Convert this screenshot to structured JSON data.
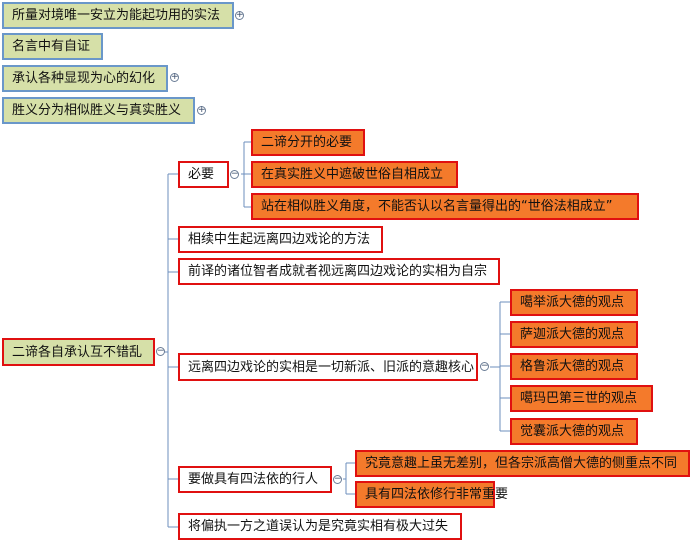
{
  "topics": [
    {
      "label": "所量对境唯一安立为能起功用的实法",
      "toggle": "+"
    },
    {
      "label": "名言中有自证"
    },
    {
      "label": "承认各种显现为心的幻化",
      "toggle": "+"
    },
    {
      "label": "胜义分为相似胜义与真实胜义",
      "toggle": "+"
    }
  ],
  "root": {
    "label": "二谛各自承认互不错乱",
    "toggle": "−"
  },
  "branches": [
    {
      "label": "必要",
      "toggle": "−",
      "children": [
        "二谛分开的必要",
        "在真实胜义中遮破世俗自相成立",
        "站在相似胜义角度，不能否认以名言量得出的“世俗法相成立”"
      ]
    },
    {
      "label": "相续中生起远离四边戏论的方法"
    },
    {
      "label": "前译的诸位智者成就者视远离四边戏论的实相为自宗"
    },
    {
      "label": "远离四边戏论的实相是一切新派、旧派的意趣核心",
      "toggle": "−",
      "children": [
        "噶举派大德的观点",
        "萨迦派大德的观点",
        "格鲁派大德的观点",
        "噶玛巴第三世的观点",
        "觉囊派大德的观点"
      ]
    },
    {
      "label": "要做具有四法依的行人",
      "toggle": "−",
      "children": [
        "究竟意趣上虽无差别，但各宗派高僧大德的侧重点不同",
        "具有四法依修行非常重要"
      ]
    },
    {
      "label": "将偏执一方之道误认为是究竟实相有极大过失"
    }
  ]
}
